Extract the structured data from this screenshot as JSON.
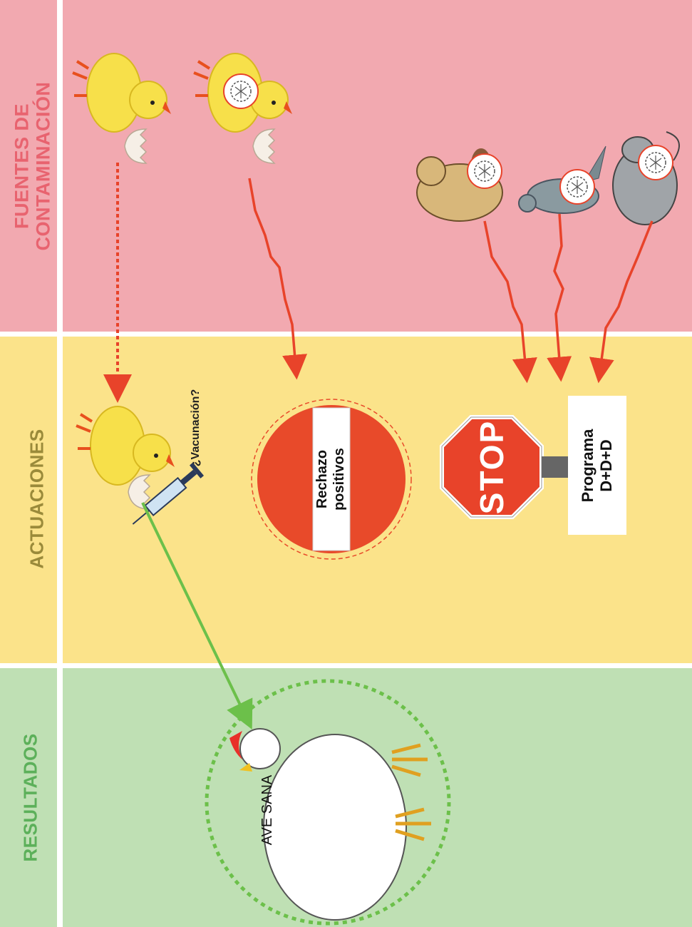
{
  "sections": {
    "sources": {
      "label": "FUENTES DE\nCONTAMINACIÓN",
      "color": "#f2a9b0",
      "text_color": "#e8636f"
    },
    "actions": {
      "label": "ACTUACIONES",
      "color": "#fbe38a",
      "text_color": "#9a8a3a"
    },
    "results": {
      "label": "RESULTADOS",
      "color": "#bfe0b4",
      "text_color": "#5cb05a"
    }
  },
  "actions": {
    "vaccination": "¿Vacunación?",
    "reject_sign": {
      "line1": "Rechazo",
      "line2": "positivos"
    },
    "stop_sign": "STOP",
    "program": {
      "line1": "Programa",
      "line2": "D+D+D"
    }
  },
  "results": {
    "healthy_bird": "AVE SANA"
  },
  "colors": {
    "arrow_red": "#e8432a",
    "arrow_green": "#6cc04a",
    "chick_yellow": "#f7e04a",
    "reject_red": "#e84a2a"
  }
}
